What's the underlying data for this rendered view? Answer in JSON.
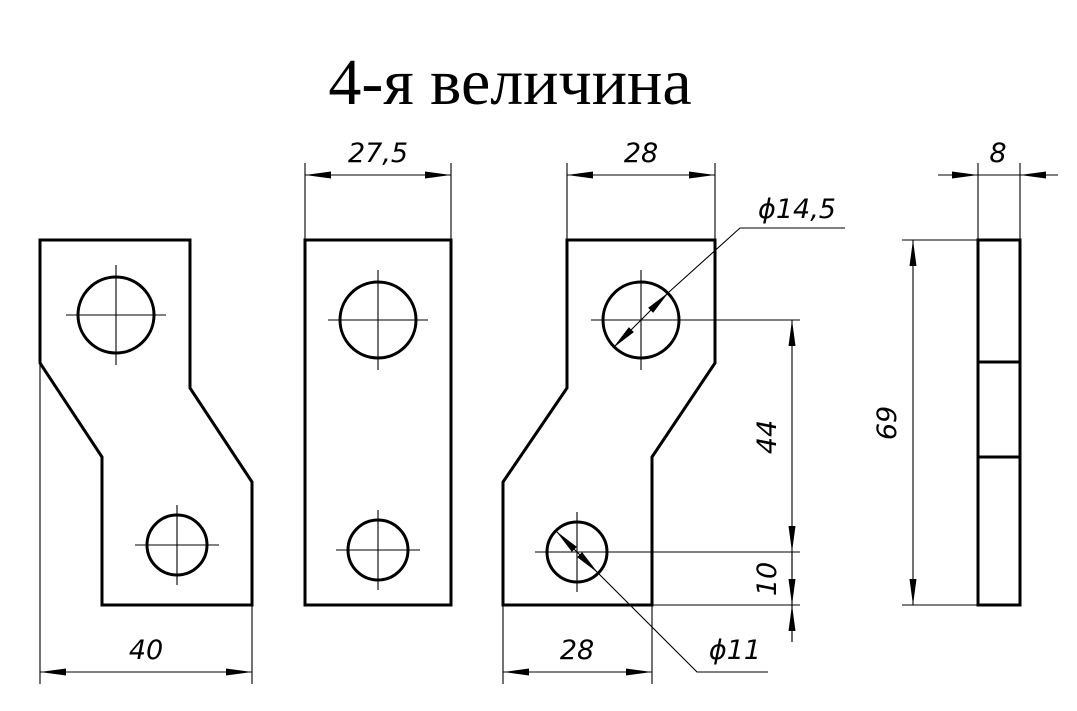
{
  "title": "4-я величина",
  "dimensions": {
    "width_offset_part": "40",
    "width_straight_part": "27,5",
    "top_width_right_part": "28",
    "bottom_width_right_part": "28",
    "large_hole_diameter": "ϕ14,5",
    "small_hole_diameter": "ϕ11",
    "hole_spacing": "44",
    "hole_to_edge": "10",
    "total_length": "69",
    "thickness": "8"
  },
  "colors": {
    "ink": "#000000",
    "paper": "#ffffff"
  }
}
